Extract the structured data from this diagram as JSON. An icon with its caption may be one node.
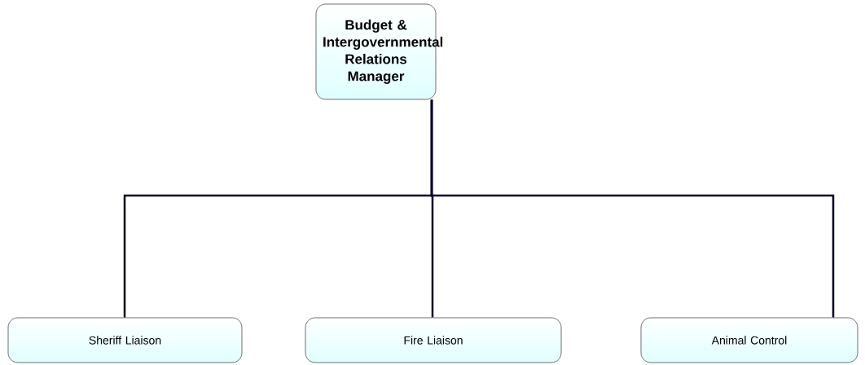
{
  "diagram": {
    "nodes": [
      {
        "text": [
          "Budget & Intergovernmental Relations Manager"
        ]
      },
      {
        "text": [
          "Sheriff Liaison"
        ]
      },
      {
        "text": [
          "Fire Liaison"
        ]
      },
      {
        "text": [
          "Animal Control"
        ]
      }
    ],
    "edges": [
      {
        "from": 0,
        "to": 1,
        "arrow": "none"
      },
      {
        "from": 0,
        "to": 2,
        "arrow": "none"
      },
      {
        "from": 0,
        "to": 3,
        "arrow": "none"
      }
    ]
  }
}
